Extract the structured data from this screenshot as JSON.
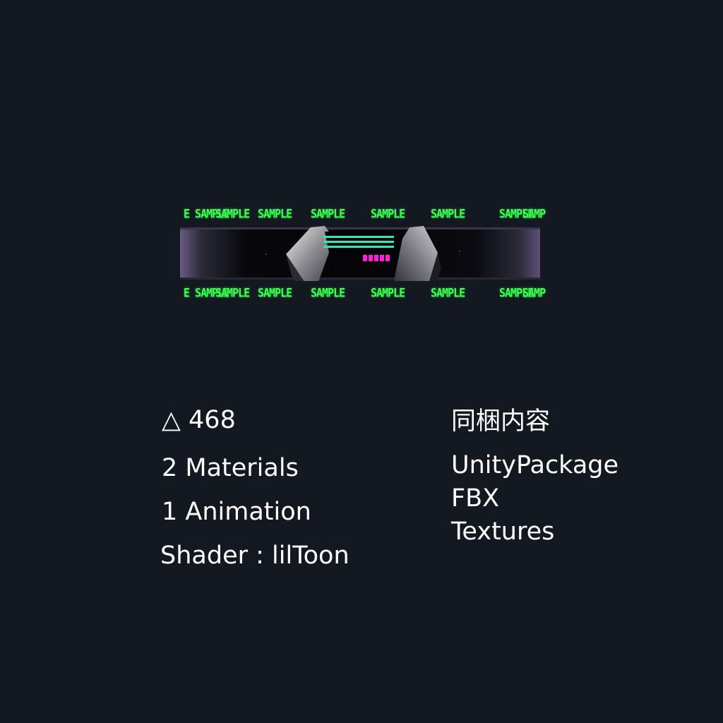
{
  "preview": {
    "ticker_text": "SAMPLE",
    "ticker_top_left": "E SAMPLE",
    "ticker_right_a": "SAMPLE",
    "ticker_right_b": "SAMP",
    "colors": {
      "ticker": "#3dff55",
      "screen_lines": "#35e6b8",
      "screen_blocks": "#ff22dd"
    }
  },
  "specs": {
    "triangles": "△ 468",
    "materials": "2 Materials",
    "animation": "1 Animation",
    "shader": "Shader : lilToon"
  },
  "contents": {
    "heading": "同梱内容",
    "items": [
      "UnityPackage",
      "FBX",
      "Textures"
    ]
  }
}
